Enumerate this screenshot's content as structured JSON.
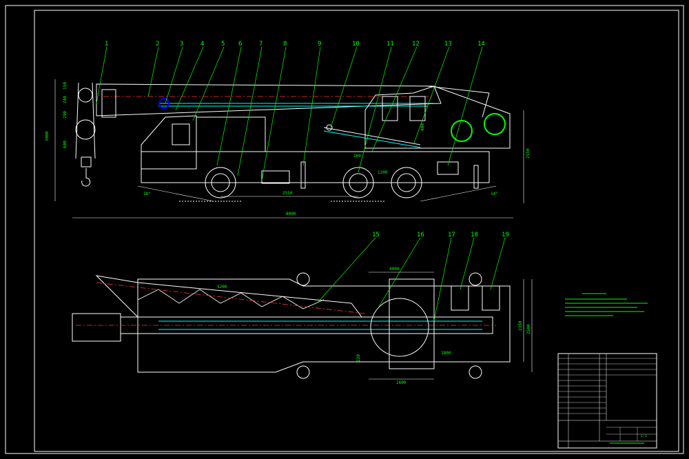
{
  "drawing": {
    "callouts_side": [
      "1",
      "2",
      "3",
      "4",
      "5",
      "6",
      "7",
      "8",
      "9",
      "10",
      "11",
      "12",
      "13",
      "14"
    ],
    "callouts_top": [
      "15",
      "16",
      "17",
      "18",
      "19"
    ],
    "dimensions": {
      "overall_length": "8000",
      "wheelbase": "2550",
      "height": "3000",
      "boom_head_rear": "2550",
      "outrigger_span": "1800",
      "front_angle": "18°",
      "rear_angle": "14°",
      "top_len_1": "4000",
      "top_width_1": "2350",
      "top_width_2": "2500",
      "top_base": "1800",
      "top_small": "1600",
      "top_gap": "220",
      "boom_len": "5200",
      "side_small_1": "160",
      "side_small_2": "1200",
      "side_small_3": "400"
    },
    "hook_dims": [
      "150",
      "240",
      "290",
      "600"
    ],
    "colors": {
      "outline": "#ffffff",
      "leader": "#00ff00",
      "centerline": "#ff3333",
      "hydraulic": "#00ffff",
      "accent": "#0000ff"
    },
    "title_block": {
      "scale": "1:1"
    }
  }
}
